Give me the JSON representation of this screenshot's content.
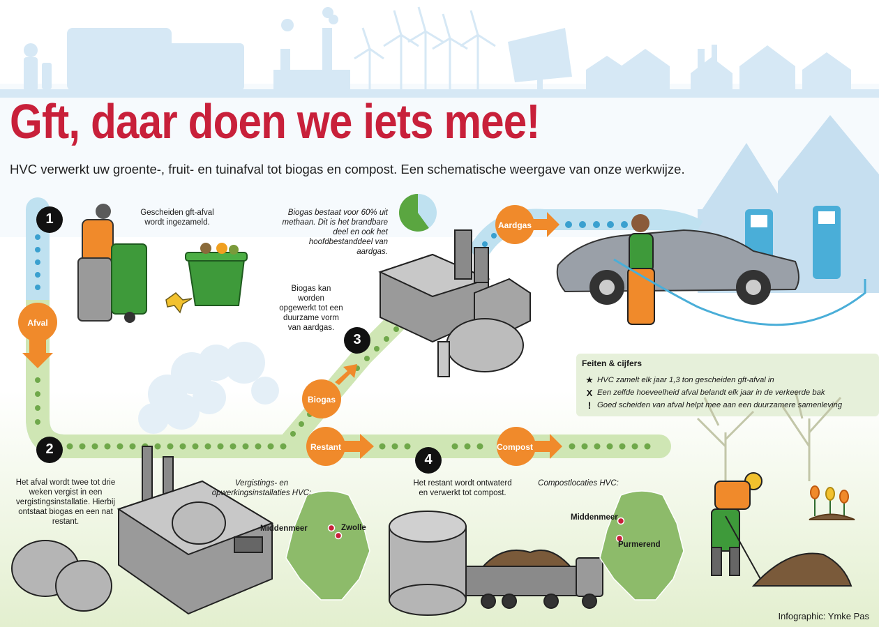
{
  "header": {
    "title": "Gft, daar doen we iets mee!",
    "subtitle": "HVC verwerkt uw groente-, fruit- en tuinafval tot biogas en compost. Een schematische weergave van onze werkwijze."
  },
  "steps": {
    "s1": {
      "number": "1",
      "text": "Gescheiden gft-afval wordt ingezameld."
    },
    "s2": {
      "number": "2",
      "text": "Het afval wordt twee tot drie weken vergist in een vergistingsinstallatie. Hierbij ontstaat biogas en een nat restant."
    },
    "s3": {
      "number": "3",
      "text": "Biogas kan worden opgewerkt tot een duurzame vorm van aardgas."
    },
    "s4": {
      "number": "4",
      "text": "Het restant wordt ontwaterd en verwerkt tot compost."
    }
  },
  "biogas_note": {
    "text": "Biogas bestaat voor 60% uit methaan. Dit is het brandbare deel en ook het hoofdbestanddeel van aardgas.",
    "methane_percent": 60
  },
  "flow_labels": {
    "afval": "Afval",
    "biogas": "Biogas",
    "restant": "Restant",
    "compost": "Compost",
    "aardgas": "Aardgas"
  },
  "maps": {
    "vergisting": {
      "caption": "Vergistings- en opwerkingsinstallaties HVC:",
      "cities": [
        "Middenmeer",
        "Zwolle"
      ]
    },
    "compost": {
      "caption": "Compostlocaties HVC:",
      "cities": [
        "Middenmeer",
        "Purmerend"
      ]
    }
  },
  "facts": {
    "title": "Feiten & cijfers",
    "items": [
      {
        "icon": "star-icon",
        "symbol": "★",
        "text": "HVC zamelt elk jaar 1,3 ton gescheiden gft-afval in"
      },
      {
        "icon": "x-icon",
        "symbol": "X",
        "text": "Een zelfde hoeveelheid afval belandt elk jaar in de verkeerde bak"
      },
      {
        "icon": "exclamation-icon",
        "symbol": "!",
        "text": "Goed scheiden van afval helpt mee aan een duurzamere samenleving"
      }
    ]
  },
  "credit": "Infographic: Ymke Pas",
  "colors": {
    "title_red": "#c8203a",
    "orange": "#f08a2b",
    "green_path": "#cfe6b4",
    "green_dot": "#6fa84a",
    "blue_path": "#bfe1f0",
    "blue_dot": "#3aa0cf",
    "skyline": "#d6e8f5",
    "map_green": "#8dbb6a"
  }
}
